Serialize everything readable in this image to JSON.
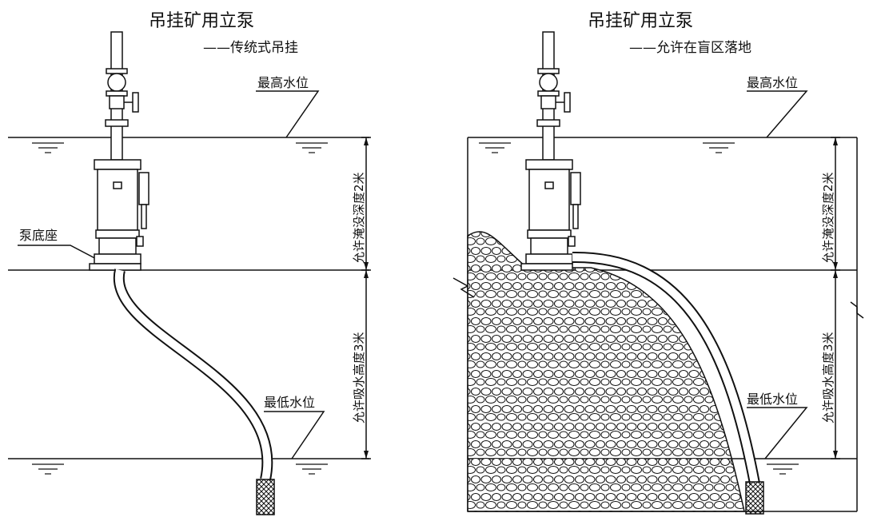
{
  "left": {
    "title": "吊挂矿用立泵",
    "subtitle": "——传统式吊挂",
    "max_level": "最高水位",
    "min_level": "最低水位",
    "pump_base": "泵底座",
    "submerge_depth": "允许淹没深度2米",
    "suction_height": "允许吸水高度3米"
  },
  "right": {
    "title": "吊挂矿用立泵",
    "subtitle": "——允许在盲区落地",
    "max_level": "最高水位",
    "min_level": "最低水位",
    "submerge_depth": "允许淹没深度2米",
    "suction_height": "允许吸水高度3米"
  }
}
